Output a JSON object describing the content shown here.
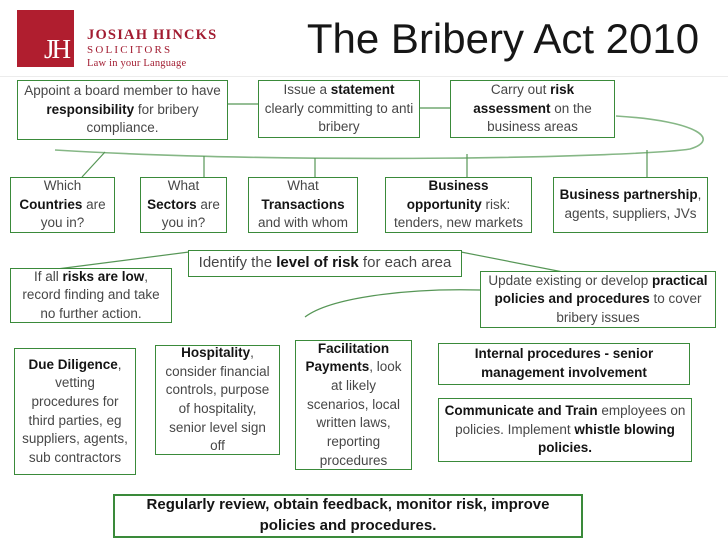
{
  "logo": {
    "monogram": "JH",
    "name": "JOSIAH HINCKS",
    "subtitle": "SOLICITORS",
    "tagline": "Law in your Language"
  },
  "title": "The Bribery Act 2010",
  "colors": {
    "brand_red": "#b01e2f",
    "brand_red_dark": "#a21c31",
    "box_border_green": "#3a8a3a",
    "connector_green": "#569656",
    "arc_light_green": "#86b786",
    "body_text": "#474747",
    "bold_text": "#141414",
    "title_text": "#161616"
  },
  "nodes": {
    "appoint": [
      {
        "t": "Appoint a board member to have "
      },
      {
        "t": "responsibility",
        "b": true
      },
      {
        "t": " for bribery compliance."
      }
    ],
    "statement": [
      {
        "t": "Issue a "
      },
      {
        "t": "statement",
        "b": true
      },
      {
        "t": " clearly committing to anti bribery"
      }
    ],
    "risk": [
      {
        "t": "Carry out "
      },
      {
        "t": "risk assessment",
        "b": true
      },
      {
        "t": " on the business areas"
      }
    ],
    "countries": [
      {
        "t": "Which "
      },
      {
        "t": "Countries",
        "b": true
      },
      {
        "t": " are you in?"
      }
    ],
    "sectors": [
      {
        "t": "What "
      },
      {
        "t": "Sectors",
        "b": true
      },
      {
        "t": " are you in?"
      }
    ],
    "transactions": [
      {
        "t": "What "
      },
      {
        "t": "Transactions",
        "b": true
      },
      {
        "t": " and with whom"
      }
    ],
    "opportunity": [
      {
        "t": "Business opportunity",
        "b": true
      },
      {
        "t": " risk: tenders, new markets"
      }
    ],
    "partnership": [
      {
        "t": "Business partnership",
        "b": true
      },
      {
        "t": ", agents, suppliers, JVs"
      }
    ],
    "identify": [
      {
        "t": "Identify the "
      },
      {
        "t": "level of risk",
        "b": true
      },
      {
        "t": " for each area"
      }
    ],
    "lowrisk": [
      {
        "t": "If all "
      },
      {
        "t": "risks are low",
        "b": true
      },
      {
        "t": ", record finding and take no further action."
      }
    ],
    "update": [
      {
        "t": "Update existing or develop "
      },
      {
        "t": "practical policies and procedures",
        "b": true
      },
      {
        "t": " to cover bribery issues"
      }
    ],
    "diligence": [
      {
        "t": "Due Diligence",
        "b": true
      },
      {
        "t": ", vetting procedures for third parties, eg suppliers, agents, sub contractors"
      }
    ],
    "hospitality": [
      {
        "t": "Hospitality",
        "b": true
      },
      {
        "t": ", consider financial controls, purpose of hospitality, senior level sign off"
      }
    ],
    "facilitation": [
      {
        "t": "Facilitation Payments",
        "b": true
      },
      {
        "t": ", look at likely scenarios, local written laws, reporting procedures"
      }
    ],
    "internal": [
      {
        "t": "Internal procedures - senior management involvement",
        "b": true
      }
    ],
    "communicate": [
      {
        "t": "Communicate and Train",
        "b": true
      },
      {
        "t": " employees on policies. Implement "
      },
      {
        "t": "whistle blowing policies.",
        "b": true
      }
    ],
    "review": [
      {
        "t": "Regularly review, obtain feedback, monitor risk, improve policies and procedures.",
        "b": true
      }
    ]
  }
}
